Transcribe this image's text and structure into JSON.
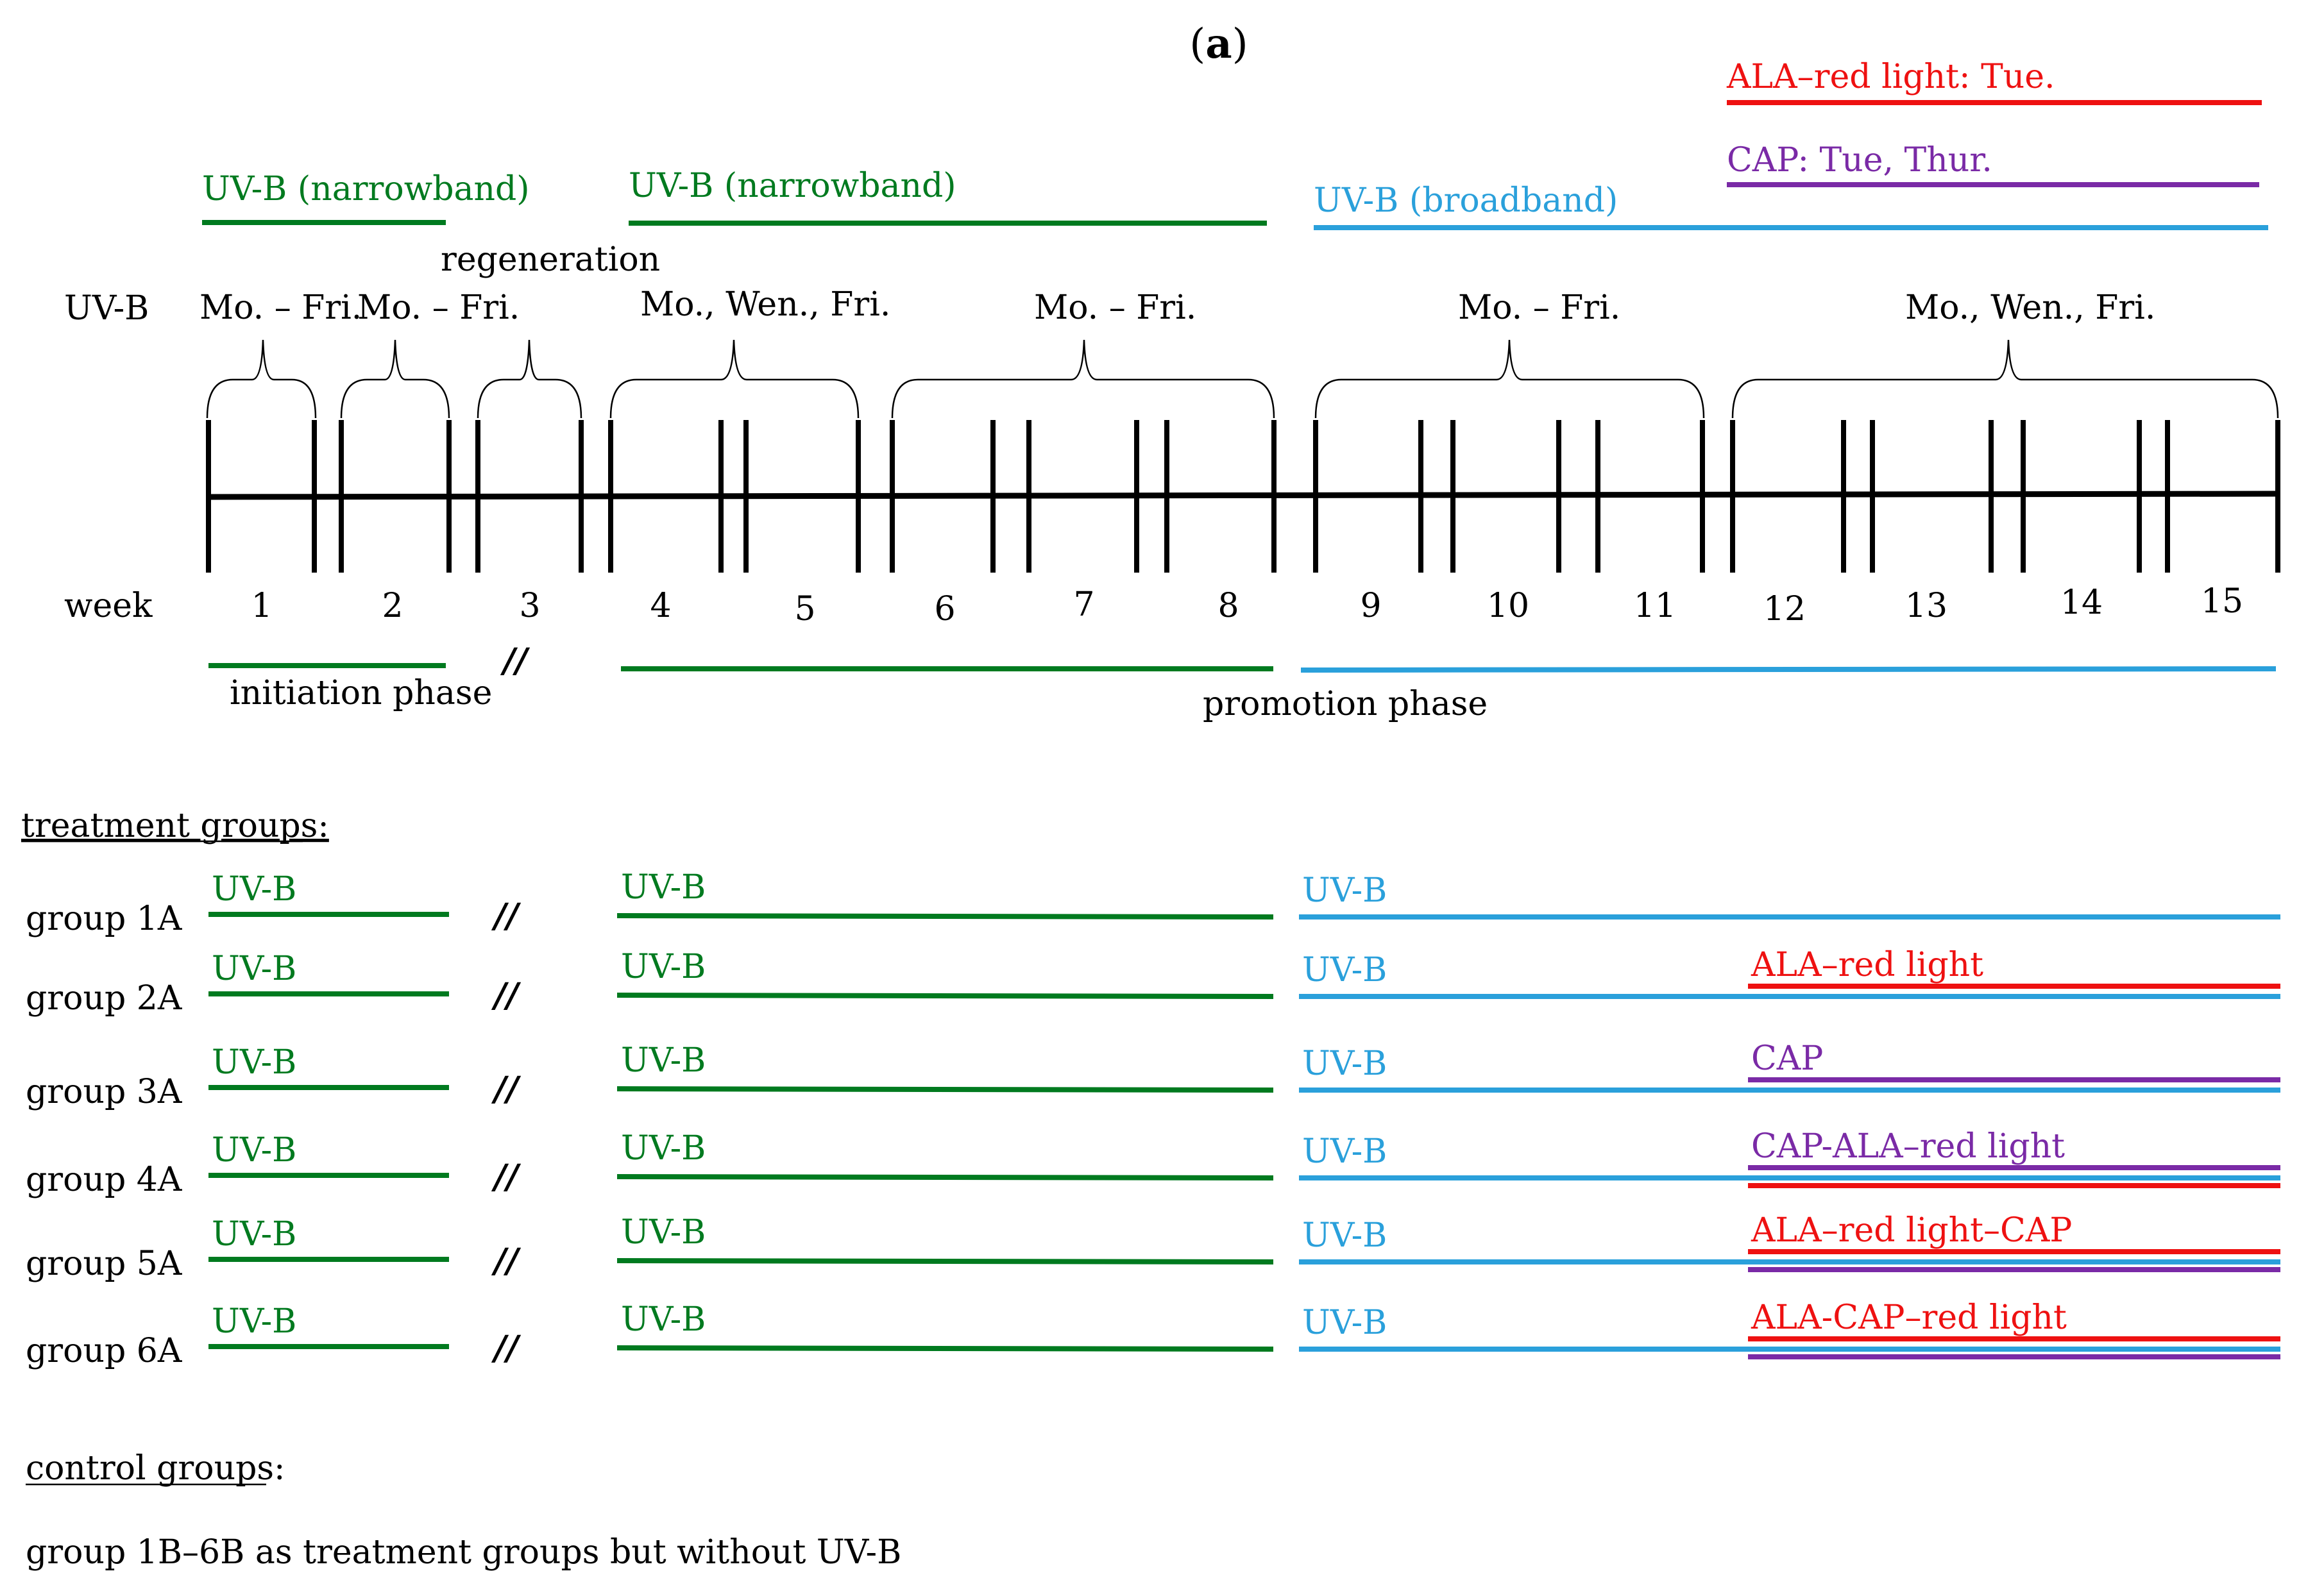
{
  "panel_label": "(a)",
  "panel_letter": "a",
  "colors": {
    "narrowband": "#007a1f",
    "broadband": "#2aa0db",
    "red_light": "#ee1111",
    "cap": "#7a2aa6",
    "axis": "#000000"
  },
  "timeline": {
    "top_bars": {
      "ala": "ALA–red light: Tue.",
      "cap": "CAP: Tue, Thur.",
      "uvb_nb_1": "UV-B (narrowband)",
      "uvb_nb_2": "UV-B (narrowband)",
      "uvb_bb": "UV-B (broadband)"
    },
    "regeneration": "regeneration",
    "row_label": "UV-B",
    "schedules": {
      "s1": "Mo. – Fri.",
      "s2": "Mo. – Fri.",
      "s3": "Mo., Wen., Fri.",
      "s4": "Mo. – Fri.",
      "s5": "Mo. – Fri.",
      "s6": "Mo., Wen., Fri."
    },
    "week_label": "week",
    "weeks": [
      "1",
      "2",
      "3",
      "4",
      "5",
      "6",
      "7",
      "8",
      "9",
      "10",
      "11",
      "12",
      "13",
      "14",
      "15"
    ],
    "break_mark": "//",
    "initiation_phase": "initiation phase",
    "promotion_phase": "promotion phase"
  },
  "treatment_header": "treatment groups:",
  "groups": [
    {
      "name": "group 1A",
      "nb1": "UV-B",
      "nb2": "UV-B",
      "bb": "UV-B",
      "extra": "",
      "extra_lines": []
    },
    {
      "name": "group 2A",
      "nb1": "UV-B",
      "nb2": "UV-B",
      "bb": "UV-B",
      "extra": "ALA–red light",
      "extra_lines": [
        "red"
      ]
    },
    {
      "name": "group 3A",
      "nb1": "UV-B",
      "nb2": "UV-B",
      "bb": "UV-B",
      "extra": "CAP",
      "extra_lines": [
        "purple"
      ]
    },
    {
      "name": "group 4A",
      "nb1": "UV-B",
      "nb2": "UV-B",
      "bb": "UV-B",
      "extra": "CAP-ALA–red light",
      "extra_lines": [
        "purple",
        "red"
      ]
    },
    {
      "name": "group 5A",
      "nb1": "UV-B",
      "nb2": "UV-B",
      "bb": "UV-B",
      "extra": "ALA–red light–CAP",
      "extra_lines": [
        "red",
        "purple"
      ]
    },
    {
      "name": "group 6A",
      "nb1": "UV-B",
      "nb2": "UV-B",
      "bb": "UV-B",
      "extra": "ALA-CAP–red light",
      "extra_lines": [
        "red",
        "purple"
      ]
    }
  ],
  "control_header": "control groups:",
  "control_text": "group 1B–6B as treatment groups but without UV-B"
}
